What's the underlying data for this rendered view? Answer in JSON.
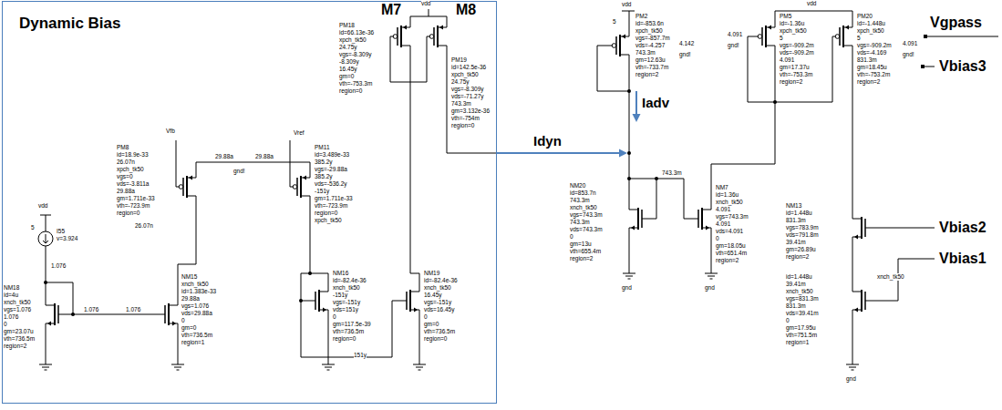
{
  "diagram": {
    "nodes": [
      {
        "text": [
          "Dynamic Bias"
        ]
      }
    ],
    "labels": [
      "M7",
      "M8",
      "Vgpass",
      "Vbias3",
      "Vbias2",
      "Vbias1",
      "Idyn",
      "Iadv",
      "vdd",
      "5",
      "I55",
      "v=3.924",
      "1.076",
      "NM18",
      "id=4u",
      "xnch_tk50",
      "vgs=1.076",
      "1.076",
      "0",
      "gm=23.07u",
      "vth=736.5m",
      "region=2",
      "1.076",
      "1.076",
      "NM15",
      "xnch_tk50",
      "id=1.383e-33",
      "29.88a",
      "vgs=1.076",
      "vds=29.88a",
      "0",
      "gm=0",
      "vth=736.5m",
      "region=1",
      "Vfb",
      "PM8",
      "id=18.9e-33",
      "26.07n",
      "xpch_tk50",
      "vgs=0",
      "vds=-3.811a",
      "29.88a",
      "gm=1.711e-33",
      "vth=-723.9m",
      "region=0",
      "26.07n",
      "29.88a",
      "29.88a",
      "gnd!",
      "Vref",
      "PM11",
      "id=3.489e-33",
      "385.2y",
      "vgs=-29.88a",
      "385.2y",
      "vds=-536.2y",
      "-151y",
      "gm=1.711e-33",
      "vth=-723.9m",
      "region=0",
      "xpch_tk50",
      "NM16",
      "id=-82.4e-36",
      "xnch_tk50",
      "-151y",
      "vgs=-151y",
      "vds=151y",
      "0",
      "gm=117.5e-39",
      "vth=736.5m",
      "region=0",
      "151y",
      "NM19",
      "id=-82.4e-36",
      "xnch_tk50",
      "16.45y",
      "vgs=-151y",
      "vds=16.45y",
      "0",
      "gm=0",
      "vth=736.5m",
      "region=0",
      "vdd",
      "PM18",
      "id=66.13e-36",
      "xpch_tk50",
      "24.75y",
      "vgs=-8.309y",
      "-8.309y",
      "16.45y",
      "gm=0",
      "vth=-753.3m",
      "region=0",
      "PM19",
      "id=142.5e-36",
      "xpch_tk50",
      "24.75y",
      "vgs=-8.309y",
      "vds=-71.27y",
      "743.3m",
      "gm=3.132e-36",
      "vth=-754m",
      "region=0",
      "vdd",
      "5",
      "PM2",
      "id=-853.6n",
      "xpch_tk50",
      "vgs=-857.7m",
      "vds=-4.257",
      "743.3m",
      "gm=12.63u",
      "vth=-733.7m",
      "region=2",
      "4.142",
      "gnd!",
      "NM20",
      "id=853.7n",
      "743.3m",
      "xnch_tk50",
      "vgs=743.3m",
      "743.3m",
      "vds=743.3m",
      "0",
      "gm=13u",
      "vth=655.4m",
      "region=2",
      "gnd",
      "743.3m",
      "NM7",
      "id=1.36u",
      "xnch_tk50",
      "4.091",
      "vgs=743.3m",
      "4.091",
      "vds=4.091",
      "0",
      "gm=18.05u",
      "vth=651.4m",
      "region=2",
      "gnd",
      "vdd",
      "PM5",
      "id=-1.36u",
      "xpch_tk50",
      "5",
      "vgs=-909.2m",
      "vds=-909.2m",
      "4.091",
      "gm=17.37u",
      "vth=-753.3m",
      "region=2",
      "4.091",
      "gnd!",
      "PM20",
      "id=-1.448u",
      "xpch_tk50",
      "5",
      "vgs=-909.2m",
      "vds=-4.169",
      "831.3m",
      "gm=18.45u",
      "vth=-753.2m",
      "region=2",
      "4.091",
      "gnd!",
      "NM13",
      "id=1.448u",
      "831.3m",
      "vgs=783.9m",
      "vds=791.8m",
      "39.41m",
      "gm=26.89u",
      "region=2",
      "id=1.448u",
      "39.41m",
      "xnch_tk50",
      "vgs=831.3m",
      "831.3m",
      "vds=39.41m",
      "0",
      "gm=17.95u",
      "vth=751.5m",
      "region=1",
      "xnch_tk50",
      "gnd"
    ]
  }
}
